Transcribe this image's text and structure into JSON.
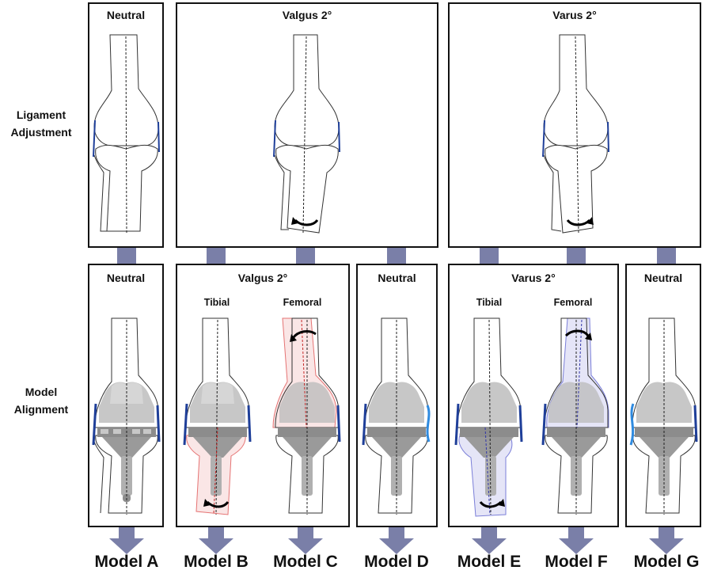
{
  "row_labels": {
    "ligament": [
      "Ligament",
      "Adjustment"
    ],
    "alignment": [
      "Model",
      "Alignment"
    ]
  },
  "top_row": {
    "neutral": "Neutral",
    "valgus": "Valgus 2°",
    "varus": "Varus 2°"
  },
  "bottom_row": {
    "neutral_a": "Neutral",
    "valgus": "Valgus 2°",
    "valgus_tibial": "Tibial",
    "valgus_femoral": "Femoral",
    "neutral_d": "Neutral",
    "varus": "Varus 2°",
    "varus_tibial": "Tibial",
    "varus_femoral": "Femoral",
    "neutral_g": "Neutral"
  },
  "models": [
    "Model A",
    "Model B",
    "Model C",
    "Model D",
    "Model E",
    "Model F",
    "Model G"
  ],
  "colors": {
    "ligament": "#1f3f99",
    "ligament_light": "#2f8be0",
    "connector": "#7a7fa8",
    "valgus_overlay": "#e57373",
    "varus_overlay": "#7b7fd8",
    "implant": "#a8a8a8"
  }
}
